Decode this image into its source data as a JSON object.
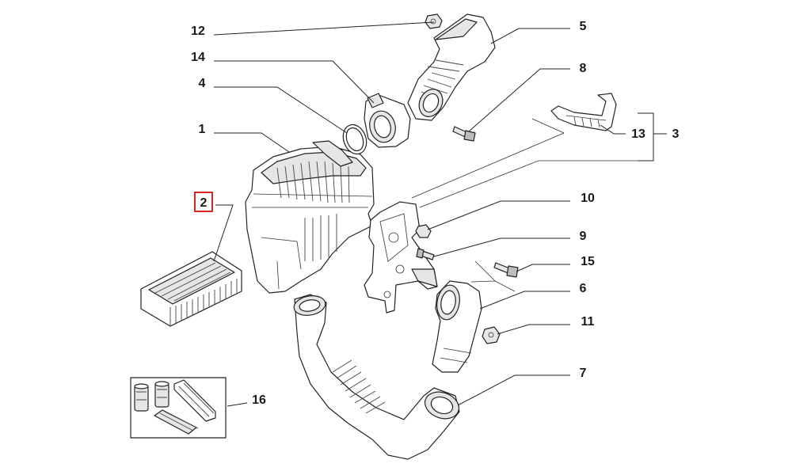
{
  "callouts": {
    "p1": "1",
    "p2": "2",
    "p3": "3",
    "p4": "4",
    "p5": "5",
    "p6": "6",
    "p7": "7",
    "p8": "8",
    "p9": "9",
    "p10": "10",
    "p11": "11",
    "p12": "12",
    "p13": "13",
    "p14": "14",
    "p15": "15",
    "p16": "16"
  },
  "highlighted_callout": "2",
  "colors": {
    "highlight": "#d22222",
    "line": "#222222"
  }
}
